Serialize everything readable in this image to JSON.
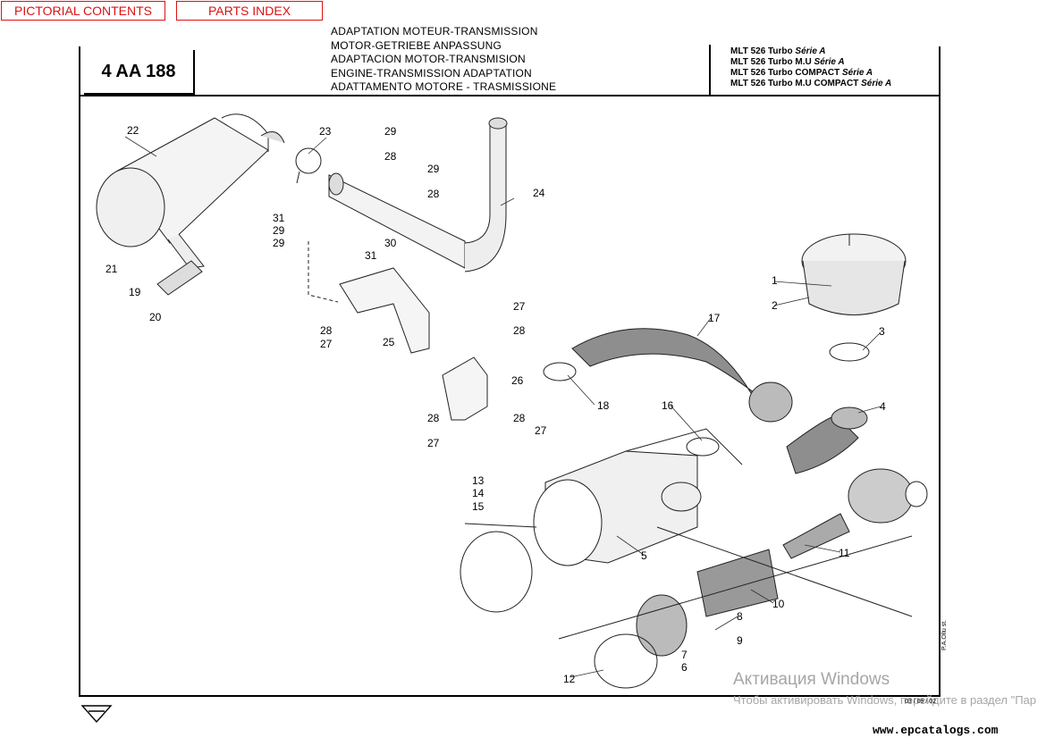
{
  "nav": {
    "pictorial": "PICTORIAL CONTENTS",
    "parts_index": "PARTS INDEX"
  },
  "header": {
    "code": "4 AA 188",
    "titles": [
      "ADAPTATION MOTEUR-TRANSMISSION",
      "MOTOR-GETRIEBE ANPASSUNG",
      "ADAPTACION MOTOR-TRANSMISION",
      "ENGINE-TRANSMISSION ADAPTATION",
      "ADATTAMENTO MOTORE - TRASMISSIONE"
    ],
    "models": [
      {
        "name": "MLT 526 Turbo",
        "serie": "Série A"
      },
      {
        "name": "MLT 526 Turbo M.U",
        "serie": "Série A"
      },
      {
        "name": "MLT 526 Turbo COMPACT",
        "serie": "Série A"
      },
      {
        "name": "MLT 526 Turbo M.U COMPACT",
        "serie": "Série A"
      }
    ]
  },
  "callouts": [
    "22",
    "23",
    "29",
    "28",
    "29",
    "28",
    "24",
    "31",
    "29",
    "29",
    "21",
    "19",
    "20",
    "30",
    "31",
    "28",
    "27",
    "25",
    "27",
    "28",
    "26",
    "28",
    "28",
    "27",
    "27",
    "1",
    "2",
    "3",
    "17",
    "18",
    "16",
    "4",
    "13",
    "14",
    "15",
    "5",
    "11",
    "10",
    "8",
    "9",
    "7",
    "6",
    "12"
  ],
  "footer": {
    "date": "03 / 09 / 02",
    "side_note": "P.A.Ollu st.",
    "watermark_title": "Активация Windows",
    "watermark_sub": "Чтобы активировать Windows, перейдите в раздел \"Пар",
    "url": "www.epcatalogs.com"
  }
}
